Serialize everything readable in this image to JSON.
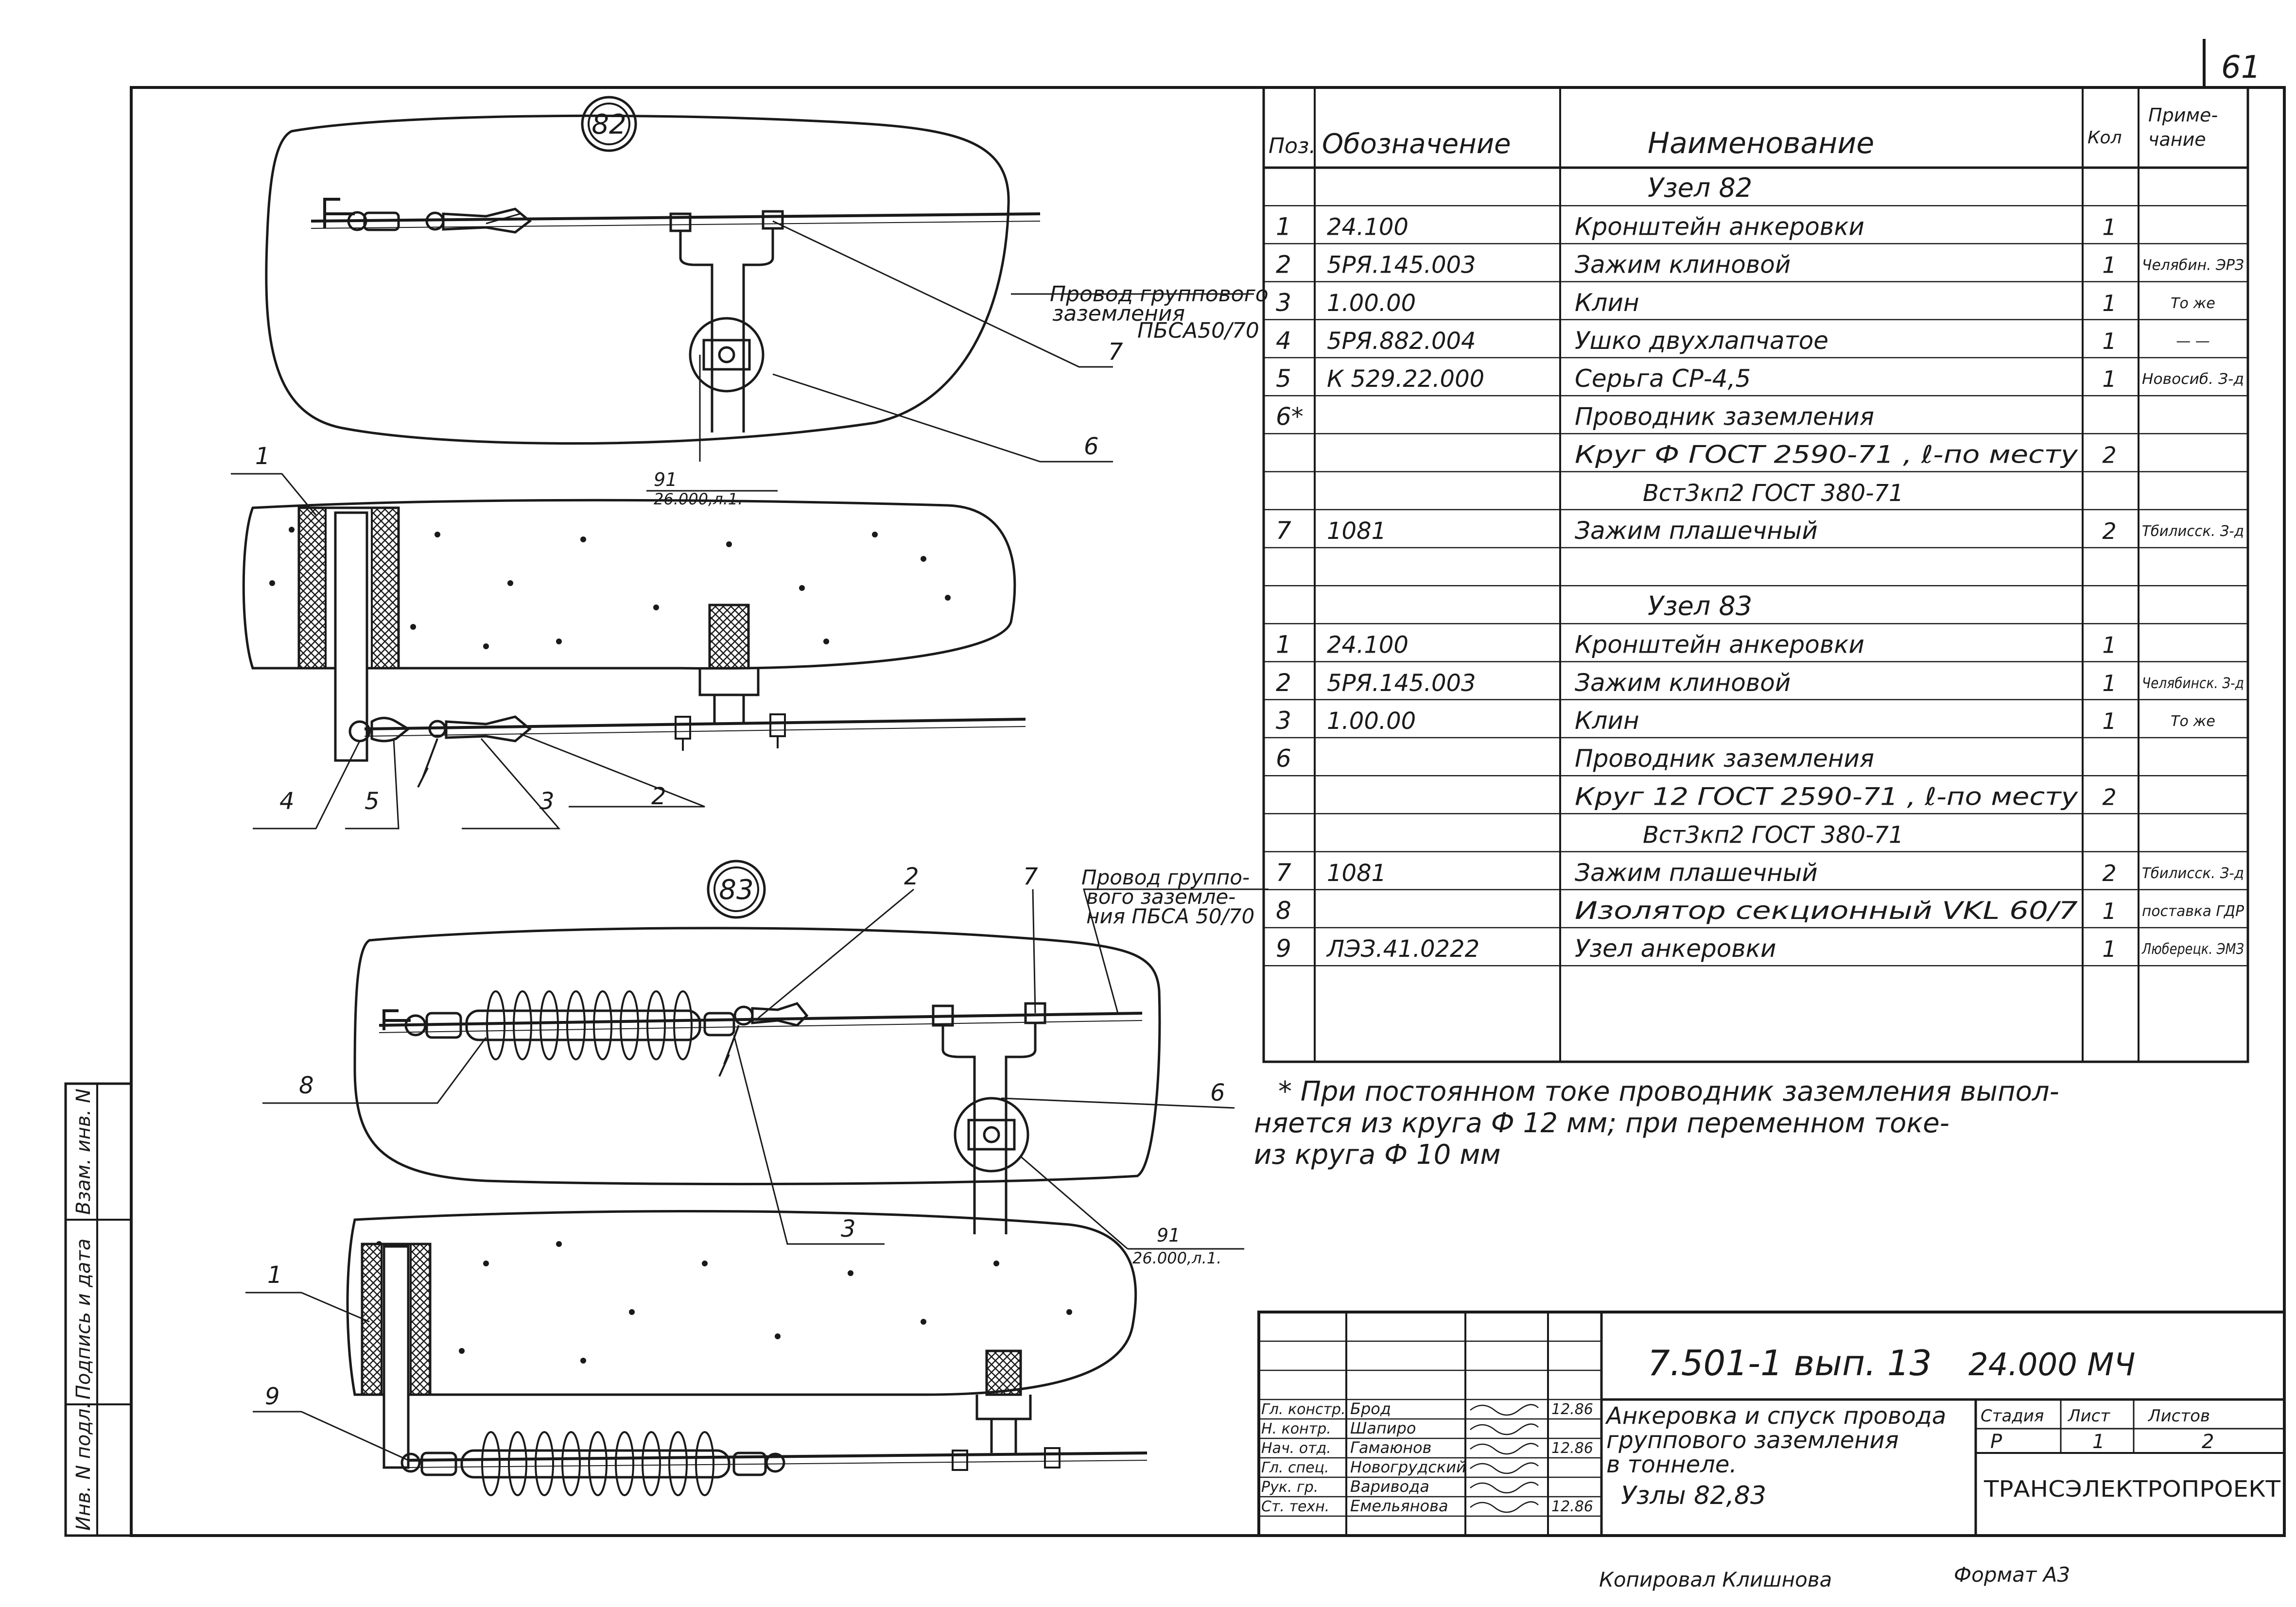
{
  "sheet_number": "61",
  "node82": {
    "label": "82",
    "wire_note_lines": [
      "Провод группового",
      "заземления",
      "ПБСА50/70"
    ],
    "callouts": [
      "1",
      "4",
      "5",
      "3",
      "2",
      "7",
      "6"
    ],
    "ref_top": "91",
    "ref_bottom": "26.000,л.1."
  },
  "node83": {
    "label": "83",
    "wire_note_lines": [
      "Провод группо-",
      "вого заземле-",
      "ния ПБСА 50/70"
    ],
    "callouts": [
      "2",
      "7",
      "8",
      "6",
      "3",
      "1",
      "9"
    ],
    "ref_top": "91",
    "ref_bottom": "26.000,л.1."
  },
  "table": {
    "headers": {
      "pos": "Поз.",
      "designation": "Обозначение",
      "name": "Наименование",
      "qty": "Кол",
      "note_lines": [
        "Приме-",
        "чание"
      ]
    },
    "rows": [
      {
        "pos": "",
        "designation": "",
        "name": "Узел 82",
        "qty": "",
        "note": "",
        "kind": "section"
      },
      {
        "pos": "1",
        "designation": "24.100",
        "name": "Кронштейн анкеровки",
        "qty": "1",
        "note": ""
      },
      {
        "pos": "2",
        "designation": "5РЯ.145.003",
        "name": "Зажим клиновой",
        "qty": "1",
        "note": "Челябин. ЭРЗ"
      },
      {
        "pos": "3",
        "designation": "1.00.00",
        "name": "Клин",
        "qty": "1",
        "note": "То же"
      },
      {
        "pos": "4",
        "designation": "5РЯ.882.004",
        "name": "Ушко двухлапчатое",
        "qty": "1",
        "note": "— —"
      },
      {
        "pos": "5",
        "designation": "К 529.22.000",
        "name": "Серьга СР-4,5",
        "qty": "1",
        "note": "Новосиб. З-д"
      },
      {
        "pos": "6*",
        "designation": "",
        "name": "Проводник заземления",
        "qty": "",
        "note": ""
      },
      {
        "pos": "",
        "designation": "",
        "name": "Круг Ф ГОСТ 2590-71 , ℓ-по месту",
        "qty": "2",
        "note": ""
      },
      {
        "pos": "",
        "designation": "",
        "name": "Вст3кп2 ГОСТ 380-71",
        "qty": "",
        "note": "",
        "kind": "center"
      },
      {
        "pos": "7",
        "designation": "1081",
        "name": "Зажим плашечный",
        "qty": "2",
        "note": "Тбилисск. З-д"
      },
      {
        "pos": "",
        "designation": "",
        "name": "",
        "qty": "",
        "note": ""
      },
      {
        "pos": "",
        "designation": "",
        "name": "Узел 83",
        "qty": "",
        "note": "",
        "kind": "section"
      },
      {
        "pos": "1",
        "designation": "24.100",
        "name": "Кронштейн анкеровки",
        "qty": "1",
        "note": ""
      },
      {
        "pos": "2",
        "designation": "5РЯ.145.003",
        "name": "Зажим клиновой",
        "qty": "1",
        "note": "Челябинск. З-д"
      },
      {
        "pos": "3",
        "designation": "1.00.00",
        "name": "Клин",
        "qty": "1",
        "note": "То же"
      },
      {
        "pos": "6",
        "designation": "",
        "name": "Проводник заземления",
        "qty": "",
        "note": ""
      },
      {
        "pos": "",
        "designation": "",
        "name": "Круг 12 ГОСТ 2590-71 , ℓ-по месту",
        "qty": "2",
        "note": ""
      },
      {
        "pos": "",
        "designation": "",
        "name": "Вст3кп2 ГОСТ 380-71",
        "qty": "",
        "note": "",
        "kind": "center"
      },
      {
        "pos": "7",
        "designation": "1081",
        "name": "Зажим плашечный",
        "qty": "2",
        "note": "Тбилисск. З-д"
      },
      {
        "pos": "8",
        "designation": "",
        "name": "Изолятор секционный VKL 60/7",
        "qty": "1",
        "note": "поставка ГДР"
      },
      {
        "pos": "9",
        "designation": "ЛЭЗ.41.0222",
        "name": "Узел анкеровки",
        "qty": "1",
        "note": "Люберецк. ЭМЗ"
      }
    ]
  },
  "footnote_lines": [
    "* При постоянном токе проводник заземления выпол-",
    "няется из круга Ф 12 мм; при переменном токе-",
    "из круга Ф 10 мм"
  ],
  "left_stamp": [
    "Инв. N подл.",
    "Подпись и дата",
    "Взам. инв. N"
  ],
  "title_block": {
    "doc_code": "7.501-1 вып. 13",
    "doc_code2": "24.000 МЧ",
    "roles": [
      {
        "role": "Гл. констр.",
        "name": "Брод",
        "date": "12.86"
      },
      {
        "role": "Н. контр.",
        "name": "Шапиро",
        "date": ""
      },
      {
        "role": "Нач. отд.",
        "name": "Гамаюнов",
        "date": "12.86"
      },
      {
        "role": "Гл. спец.",
        "name": "Новогрудский",
        "date": ""
      },
      {
        "role": "Рук. гр.",
        "name": "Варивода",
        "date": ""
      },
      {
        "role": "Ст. техн.",
        "name": "Емельянова",
        "date": "12.86"
      }
    ],
    "title_lines": [
      "Анкеровка и спуск провода",
      "группового заземления",
      "в тоннеле.",
      "Узлы 82,83"
    ],
    "stage_hdr": "Стадия",
    "sheet_hdr": "Лист",
    "sheets_hdr": "Листов",
    "stage": "Р",
    "sheet": "1",
    "sheets": "2",
    "org": "ТРАНСЭЛЕКТРОПРОЕКТ"
  },
  "bottom_notes": {
    "copied_by": "Копировал Клишнова",
    "format": "Формат А3"
  }
}
